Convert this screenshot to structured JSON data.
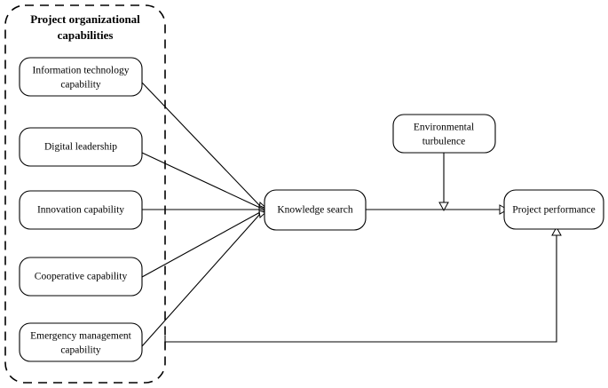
{
  "diagram": {
    "title_group": {
      "label": "Project organizational capabilities",
      "line1": "Project organizational",
      "line2": "capabilities"
    },
    "nodes": {
      "information_technology_capability": {
        "line1": "Information technology",
        "line2": "capability",
        "label": "Information technology capability"
      },
      "digital_leadership": {
        "line1": "Digital leadership",
        "line2": "",
        "label": "Digital leadership"
      },
      "innovation_capability": {
        "line1": "Innovation capability",
        "line2": "",
        "label": "Innovation capability"
      },
      "cooperative_capability": {
        "line1": "Cooperative capability",
        "line2": "",
        "label": "Cooperative capability"
      },
      "emergency_management_capability": {
        "line1": "Emergency management",
        "line2": "capability",
        "label": "Emergency management capability"
      },
      "knowledge_search": {
        "line1": "Knowledge search",
        "line2": "",
        "label": "Knowledge search"
      },
      "environmental_turbulence": {
        "line1": "Environmental",
        "line2": "turbulence",
        "label": "Environmental turbulence"
      },
      "project_performance": {
        "line1": "Project performance",
        "line2": "",
        "label": "Project performance"
      }
    },
    "colors": {
      "stroke": "#000000",
      "fill": "#ffffff",
      "background": "#ffffff"
    }
  }
}
